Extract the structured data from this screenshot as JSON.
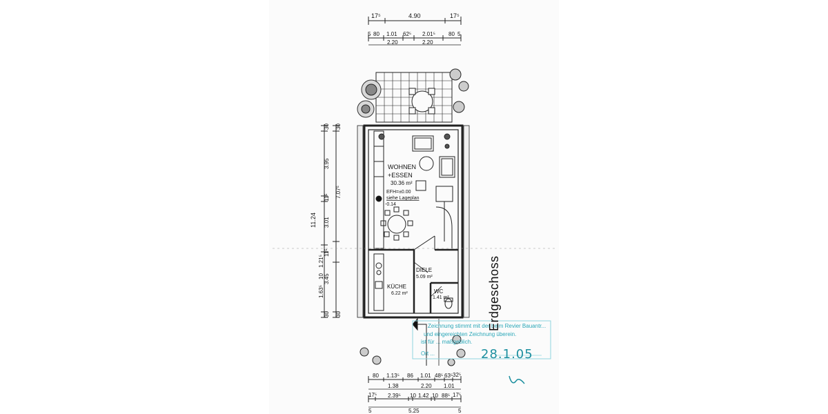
{
  "drawing": {
    "floor_label": "Erdgeschoss",
    "dimensions_top_row1": [
      "17⁵",
      "4.90",
      "17⁵"
    ],
    "dimensions_top_row2": [
      "5",
      "80",
      "1.01",
      "62⁵",
      "2.01⁵",
      "80",
      "5"
    ],
    "dimensions_top_row3": [
      "2.20",
      "2.20"
    ],
    "dimensions_left_col1": [
      "30",
      "3.95",
      "11⁵",
      "3.01",
      "11⁵",
      "3.45",
      "30"
    ],
    "dimensions_left_col2": [
      "30",
      "7.07⁵",
      "1.21⁵",
      "10",
      "1.63⁵",
      "30"
    ],
    "dimension_total_left": "11.24",
    "dimensions_bottom_row1": [
      "80",
      "1.13⁵",
      "86",
      "1.01",
      "48⁵",
      "63⁵",
      "32⁵"
    ],
    "dimensions_bottom_row2": [
      "1.38",
      "2.20",
      "1.01"
    ],
    "dimensions_bottom_row3": [
      "17⁵",
      "2.39⁵",
      "10",
      "1.42",
      "10",
      "88⁵",
      "17⁵"
    ],
    "dimensions_bottom_row4": [
      "5",
      "5.25",
      "5"
    ],
    "rooms": {
      "wohnen": {
        "name": "WOHNEN",
        "name2": "+ESSEN",
        "area": "30.36 m²"
      },
      "diele": {
        "name": "DIELE",
        "area": "5.09 m²"
      },
      "kueche": {
        "name": "KÜCHE",
        "area": "6.22 m²"
      },
      "wc": {
        "name": "WC",
        "area": "1.41 m²"
      }
    },
    "level_note": {
      "line1": "EFH=±0.00",
      "line2": "siehe Lageplan",
      "line3": "-0.14"
    }
  },
  "stamp": {
    "line1": "Zeichnung stimmt mit der beim Revier Bauantr...",
    "line2": "und eingereichten Zeichnung überein.",
    "line3": "ist für ... maßgeblich.",
    "line4": "Ort ..."
  },
  "handwritten_date": "28.1.05"
}
